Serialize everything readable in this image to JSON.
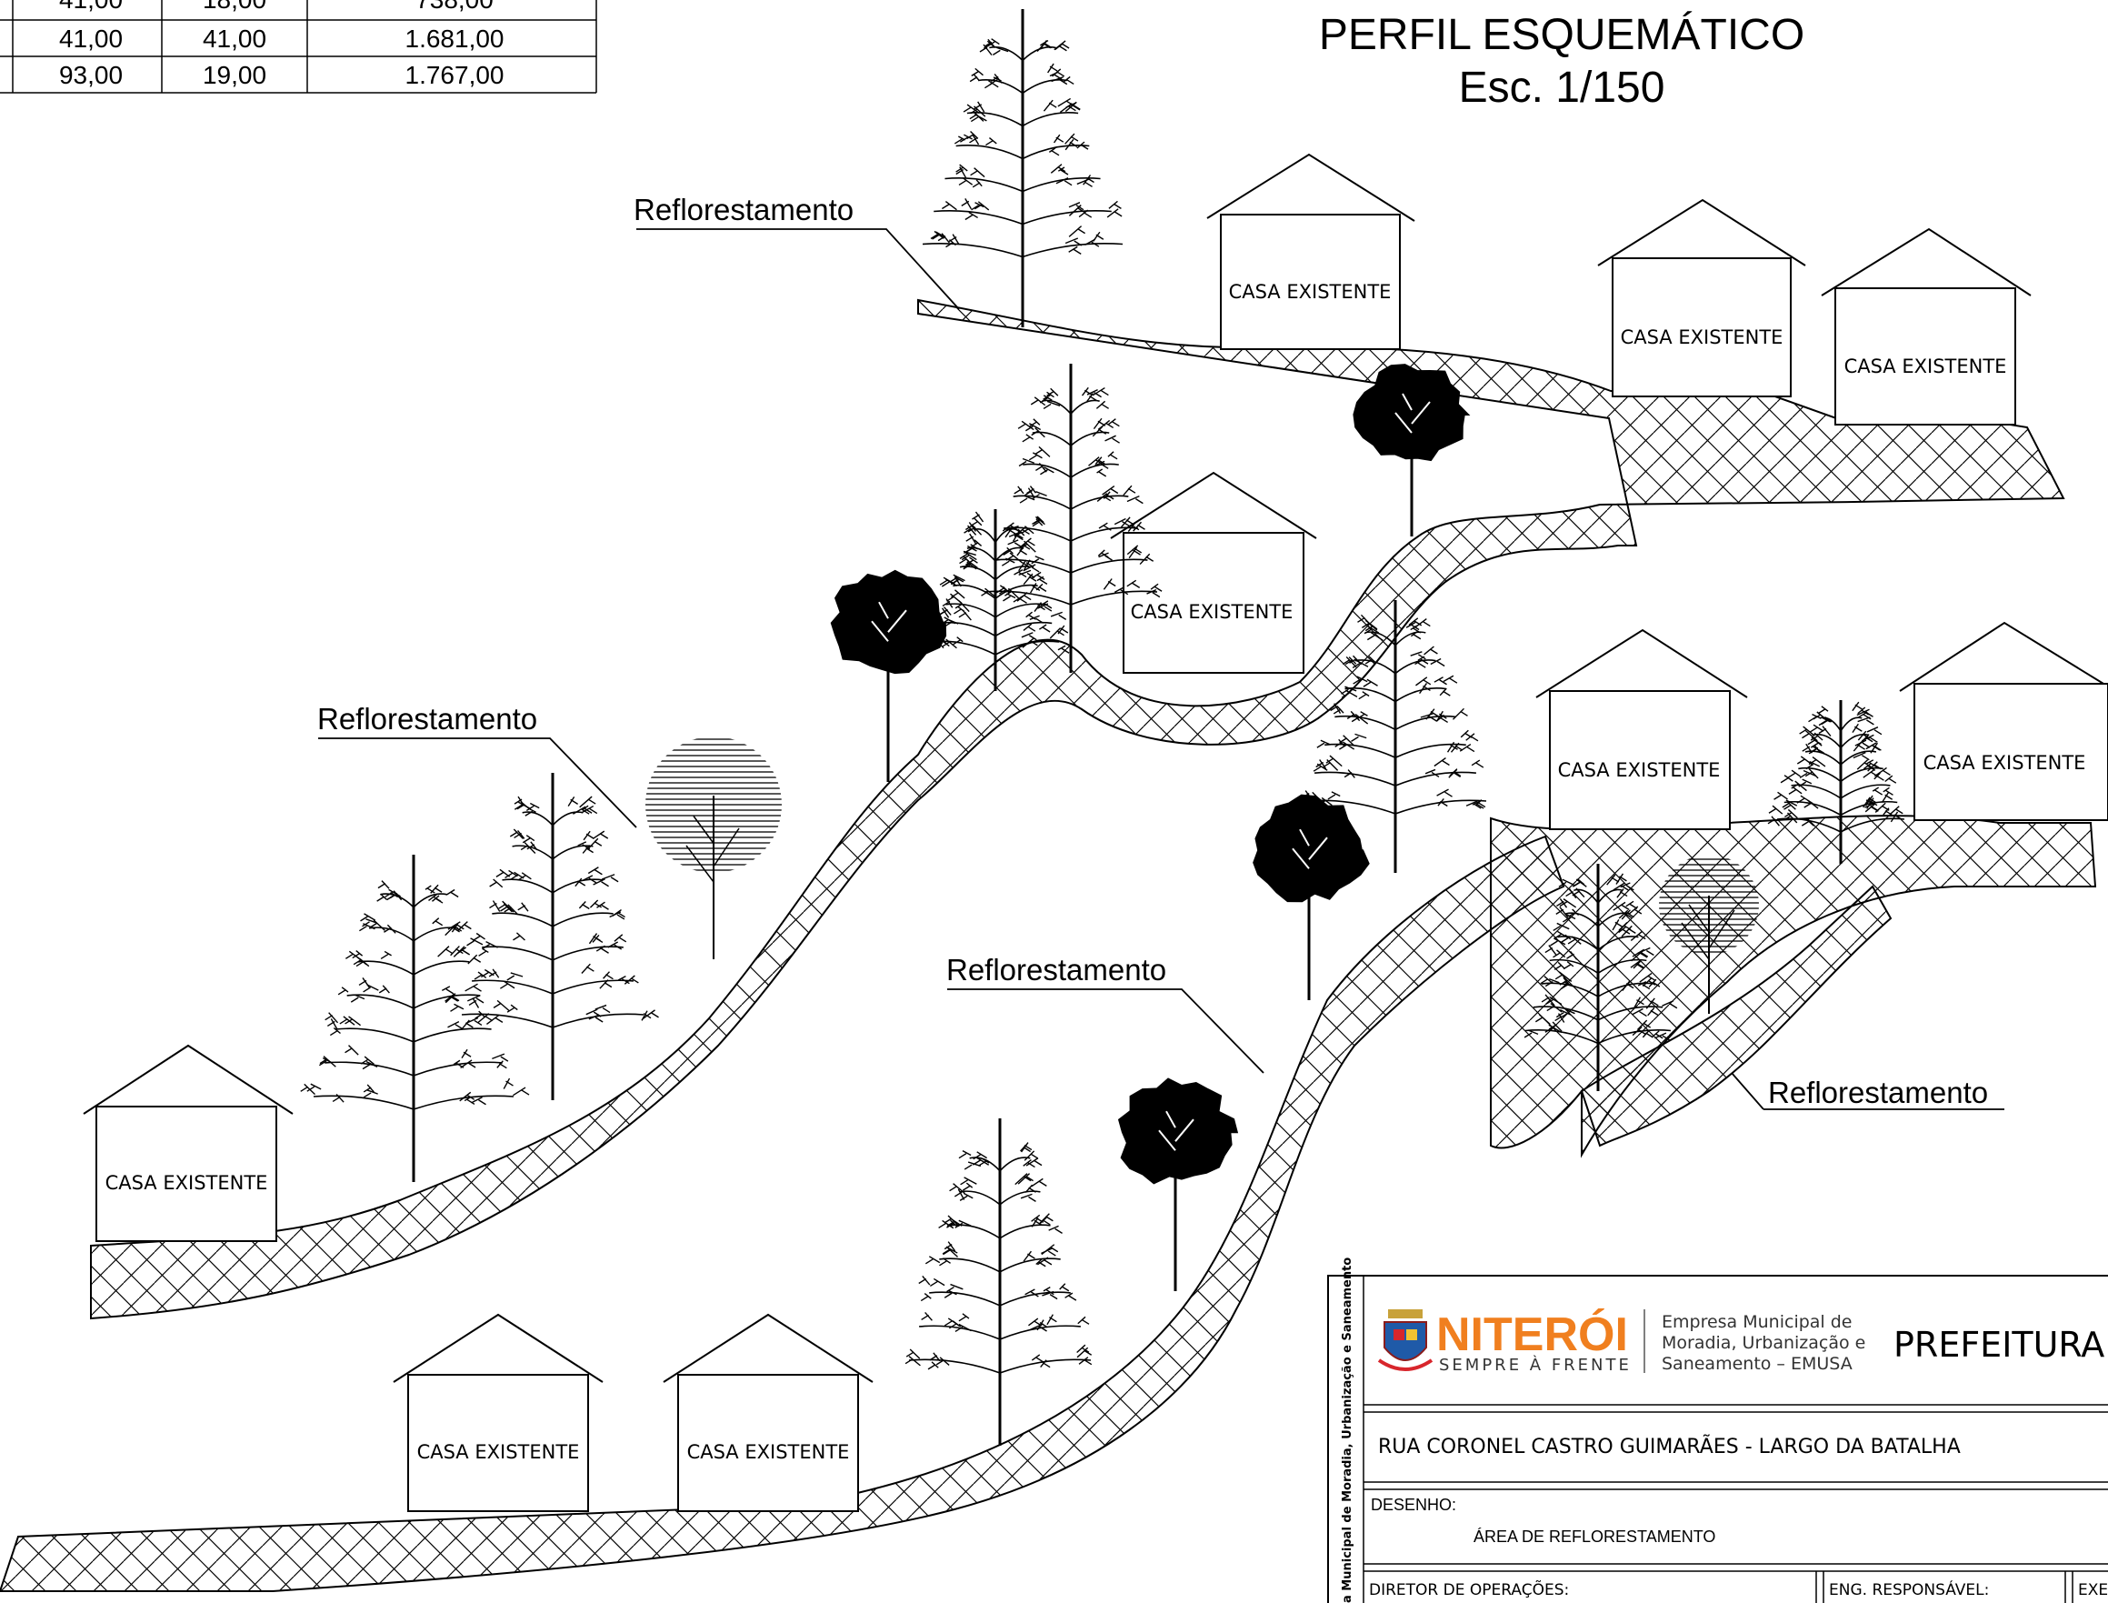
{
  "title": {
    "main": "PERFIL ESQUEMÁTICO",
    "scale": "Esc. 1/150"
  },
  "table": {
    "rows": [
      [
        "41,00",
        "18,00",
        "738,00"
      ],
      [
        "41,00",
        "41,00",
        "1.681,00"
      ],
      [
        "93,00",
        "19,00",
        "1.767,00"
      ]
    ]
  },
  "labels": {
    "house": "CASA EXISTENTE",
    "reforest": "Reflorestamento"
  },
  "title_block": {
    "side_text": "a Municipal de Moradia, Urbanização e Saneamento",
    "brand": "NITERÓI",
    "slogan": "SEMPRE À FRENTE",
    "company_line1": "Empresa Municipal de",
    "company_line2": "Moradia, Urbanização e",
    "company_line3": "Saneamento – EMUSA",
    "prefeitura": "PREFEITURA",
    "address": "RUA CORONEL CASTRO GUIMARÃES - LARGO DA BATALHA",
    "desenho_label": "DESENHO:",
    "desenho_value": "ÁREA DE REFLORESTAMENTO",
    "diretor_label": "DIRETOR DE OPERAÇÕES:",
    "eng_label": "ENG. RESPONSÁVEL:",
    "exe_label": "EXE"
  },
  "colors": {
    "ink": "#000000",
    "paper": "#ffffff",
    "brand_orange": "#f07f1f",
    "text_gray": "#333333"
  }
}
